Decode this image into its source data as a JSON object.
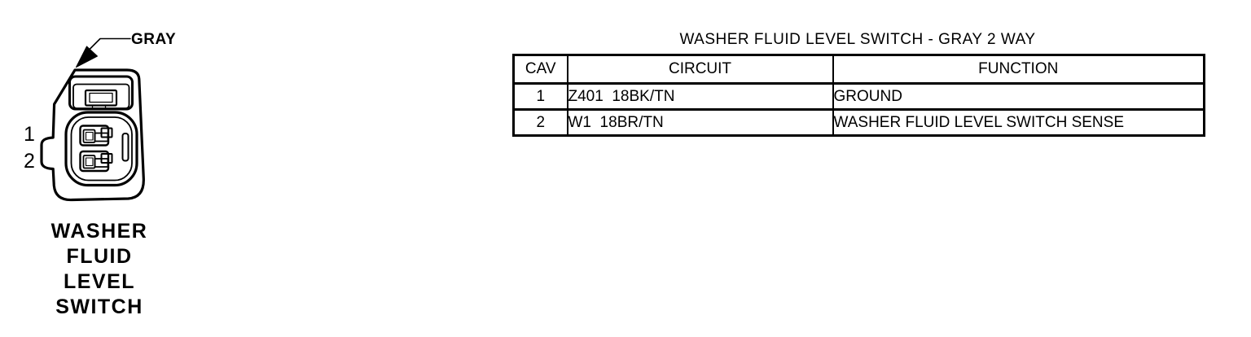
{
  "page": {
    "background_color": "#ffffff",
    "ink_color": "#000000"
  },
  "connector": {
    "color_label": "GRAY",
    "pin_labels": [
      "1",
      "2"
    ],
    "caption_lines": [
      "WASHER",
      "FLUID",
      "LEVEL",
      "SWITCH"
    ],
    "shape": "gray-2-way-connector-face",
    "arrow_icon": "leader-arrow"
  },
  "pinout_table": {
    "title": "WASHER FLUID LEVEL SWITCH - GRAY 2 WAY",
    "columns": [
      "CAV",
      "CIRCUIT",
      "FUNCTION"
    ],
    "rows": [
      {
        "cav": "1",
        "circuit": "Z401  18BK/TN",
        "function": "GROUND"
      },
      {
        "cav": "2",
        "circuit": "W1  18BR/TN",
        "function": "WASHER FLUID LEVEL SWITCH SENSE"
      }
    ]
  }
}
